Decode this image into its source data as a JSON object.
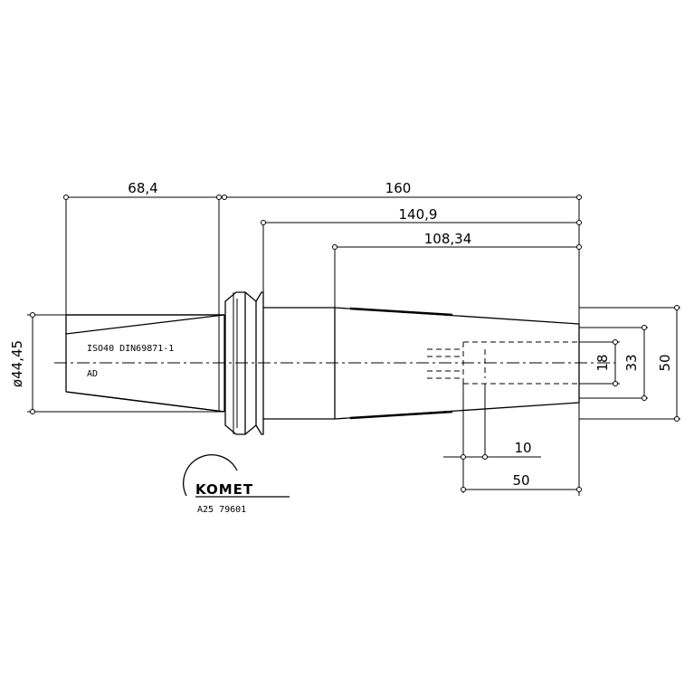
{
  "dimensions": {
    "d_68_4": "68,4",
    "d_160": "160",
    "d_140_9": "140,9",
    "d_108_34": "108,34",
    "d_44_45": "ø44,45",
    "d_18": "18",
    "d_33": "33",
    "d_50_right": "50",
    "d_10": "10",
    "d_50_bottom": "50"
  },
  "labels": {
    "standard": "ISO40 DIN69871-1",
    "form": "AD",
    "logo": "KOMET",
    "article": "A25 79601"
  }
}
